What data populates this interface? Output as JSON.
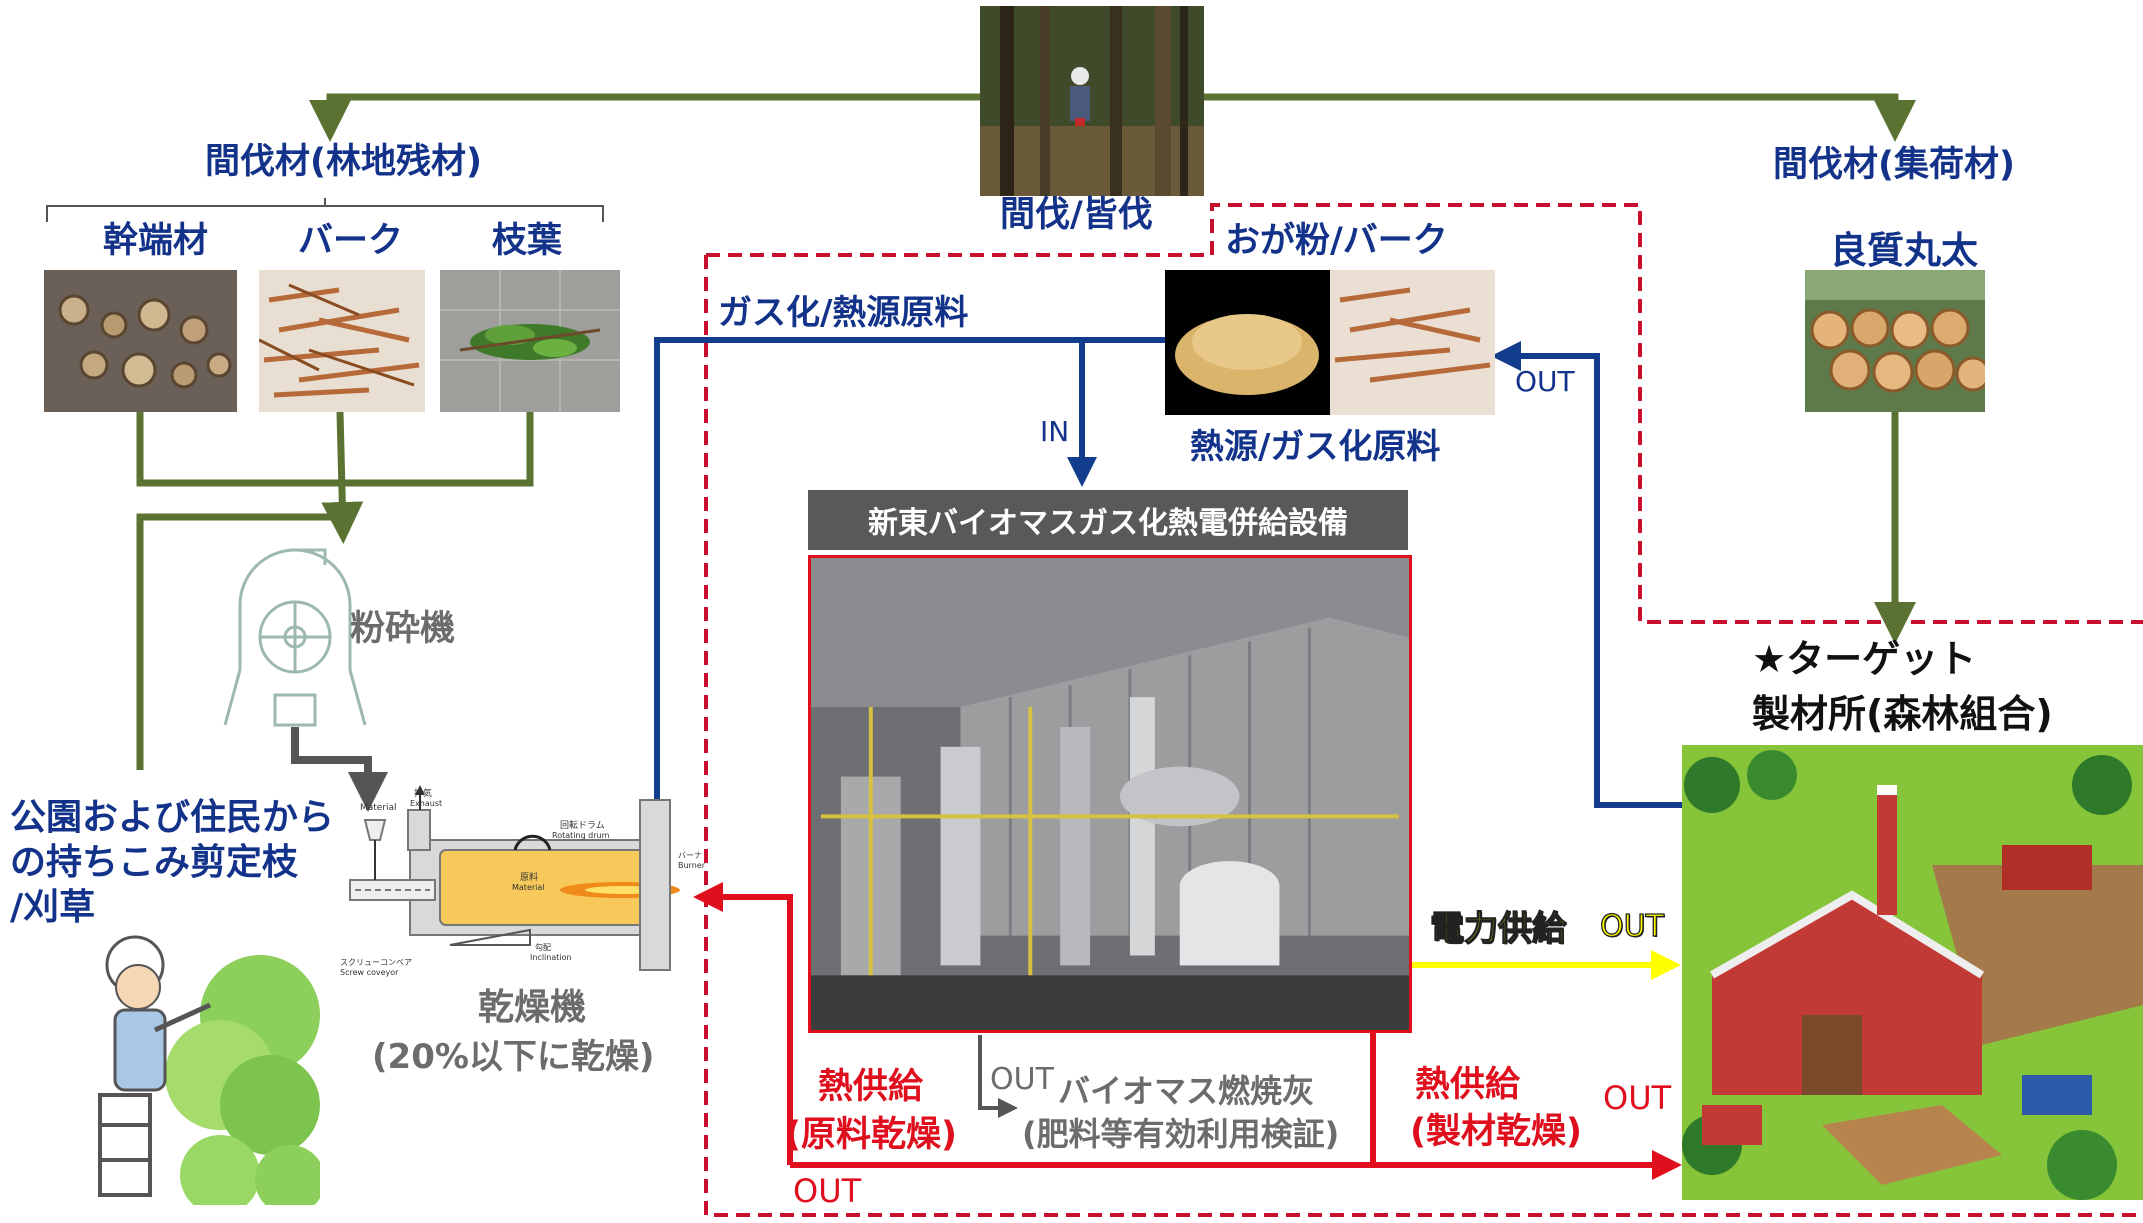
{
  "top_photo_label": "間伐/皆伐",
  "left_branch": {
    "title": "間伐材(林地残材)",
    "items": [
      "幹端材",
      "バーク",
      "枝葉"
    ]
  },
  "right_branch": {
    "title": "間伐材(集荷材)",
    "item": "良質丸太"
  },
  "crusher_label": "粉砕機",
  "residents_label": [
    "公園および住民から",
    "の持ちこみ剪定枝",
    "/刈草"
  ],
  "dryer": {
    "label": "乾燥機",
    "sub": "(20%以下に乾燥)",
    "annot": {
      "material_in": "Material",
      "exhaust_jp": "排気",
      "exhaust_en": "Exhaust",
      "drum_jp": "回転ドラム",
      "drum_en": "Rotating drum",
      "material_jp": "原料",
      "material_en": "Material",
      "burner_jp": "バーナ",
      "burner_en": "Burner",
      "screw_jp": "スクリューコンベア",
      "screw_en": "Screw coveyor",
      "incline_jp": "勾配",
      "incline_en": "Inclination"
    }
  },
  "gas_feed_label": "ガス化/熱源原料",
  "sawdust_label": "おが粉/バーク",
  "heat_source_label": "熱源/ガス化原料",
  "in_label": "IN",
  "out_label": "OUT",
  "facility_title": "新東バイオマスガス化熱電併給設備",
  "power_supply": "電力供給",
  "ash": {
    "line1": "バイオマス燃焼灰",
    "line2": "(肥料等有効利用検証)"
  },
  "heat_left": {
    "line1": "熱供給",
    "line2": "(原料乾燥)"
  },
  "heat_right": {
    "line1": "熱供給",
    "line2": "(製材乾燥)"
  },
  "target": {
    "line1": "★ターゲット",
    "line2": "製材所(森林組合)"
  },
  "colors": {
    "green_arrow": "#5a7232",
    "blue_arrow": "#123c8c",
    "red_arrow": "#e00f1e",
    "dashed_border": "#c8102e",
    "power": "#ffff00"
  }
}
